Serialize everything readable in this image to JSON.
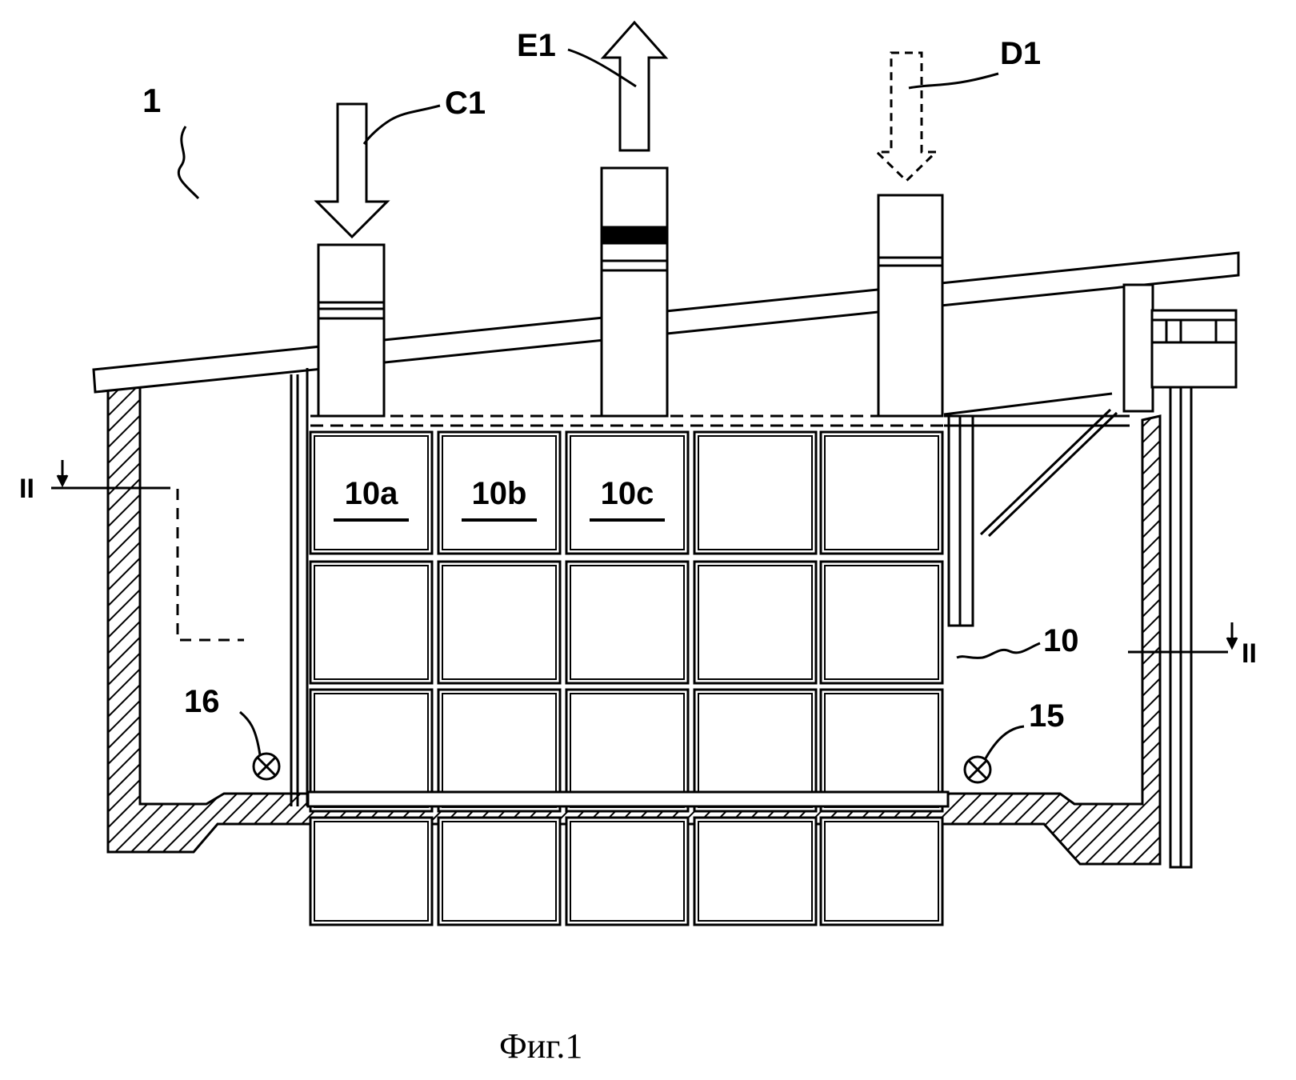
{
  "figure": {
    "caption": "Фиг.1",
    "labels": {
      "assembly": "1",
      "inlet": "C1",
      "outlet": "E1",
      "dashed_inlet": "D1",
      "module_group": "10",
      "port_left": "16",
      "port_right": "15",
      "section_left": "II",
      "section_right": "II"
    },
    "cells": [
      "10a",
      "10b",
      "10c"
    ]
  }
}
